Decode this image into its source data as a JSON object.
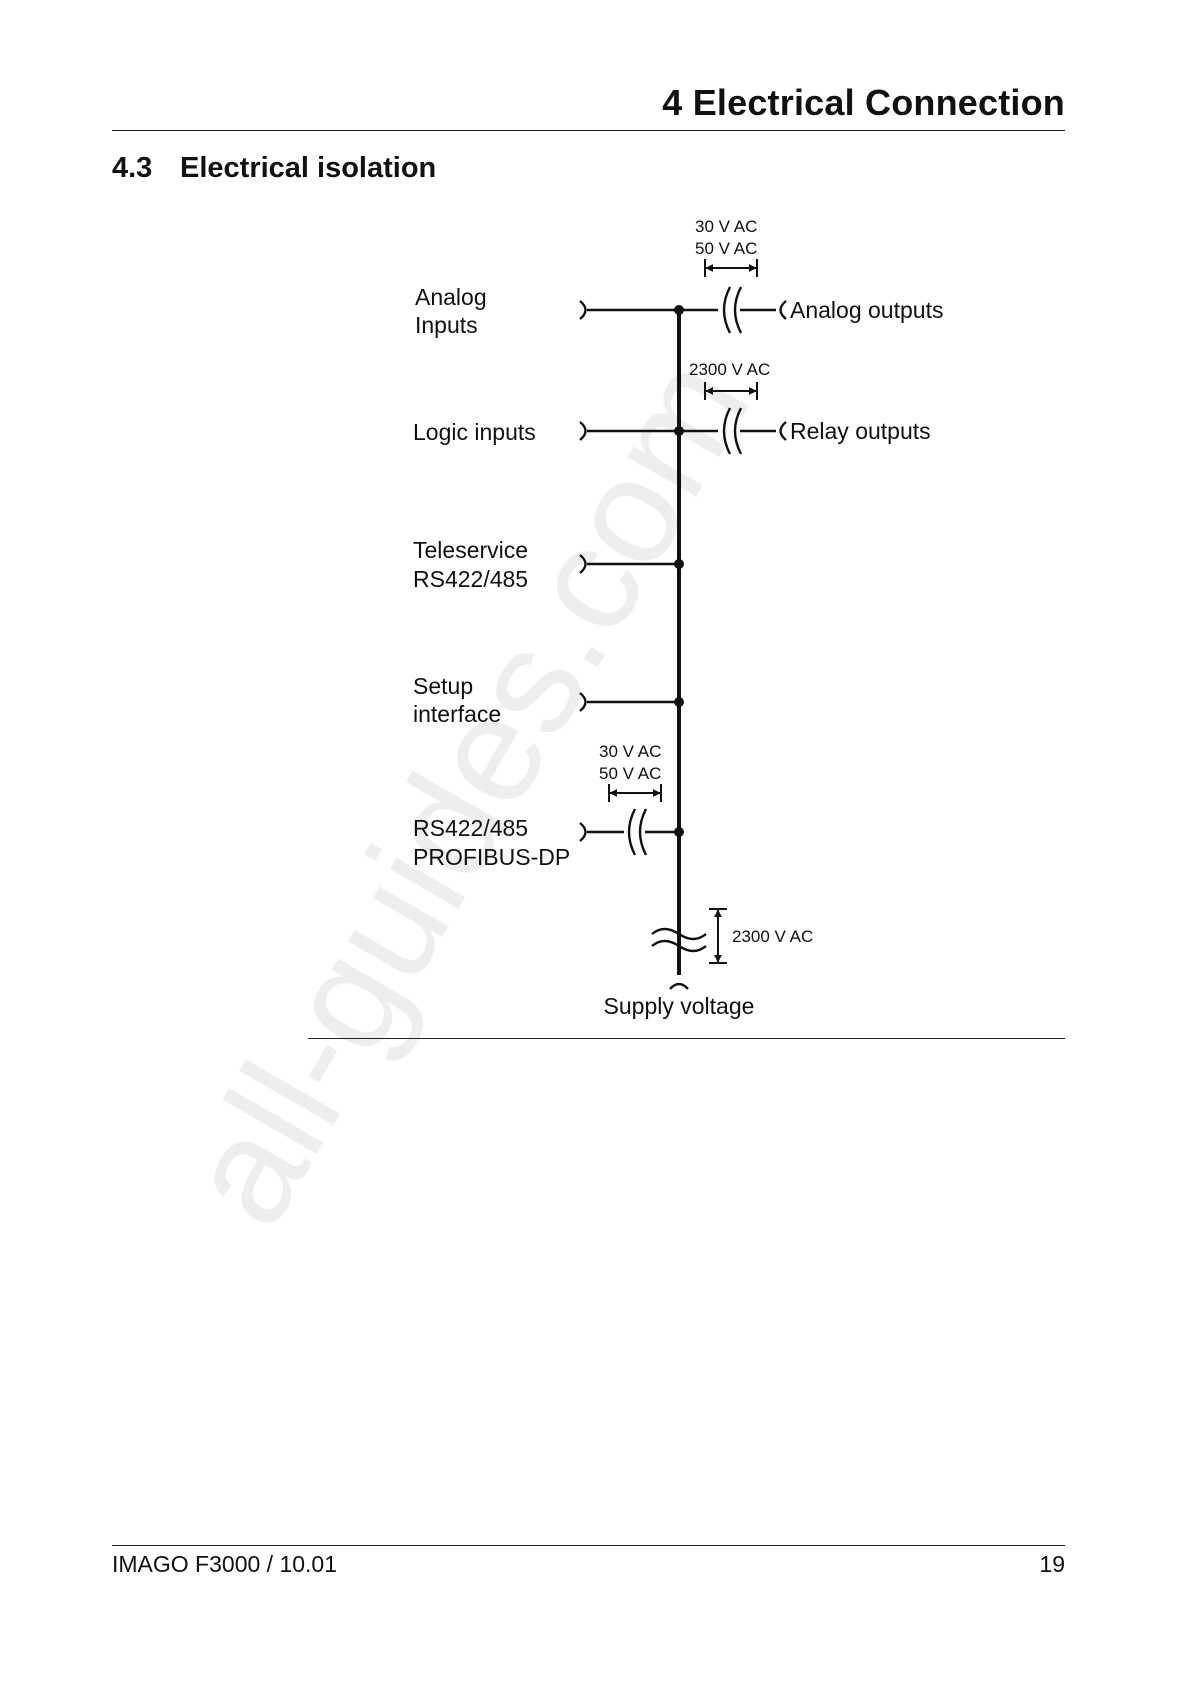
{
  "header": {
    "chapter_title": "4 Electrical Connection"
  },
  "section": {
    "number": "4.3",
    "title": "Electrical isolation"
  },
  "diagram": {
    "left_labels": {
      "analog_inputs": [
        "Analog",
        "Inputs"
      ],
      "logic_inputs": [
        "Logic inputs"
      ],
      "teleservice": [
        "Teleservice",
        "RS422/485"
      ],
      "setup_interface": [
        "Setup",
        "interface"
      ],
      "profibus": [
        "RS422/485",
        "PROFIBUS-DP"
      ]
    },
    "right_labels": {
      "analog_outputs": "Analog outputs",
      "relay_outputs": "Relay outputs"
    },
    "bottom_label": "Supply voltage",
    "isolation_voltages": {
      "analog_outputs": [
        "30 V AC",
        "50 V AC"
      ],
      "relay_outputs": "2300 V AC",
      "profibus": [
        "30 V AC",
        "50 V AC"
      ],
      "supply": "2300 V AC"
    }
  },
  "watermark": "all-guides.com",
  "footer": {
    "left": "IMAGO F3000 / 10.01",
    "page_number": "19"
  }
}
